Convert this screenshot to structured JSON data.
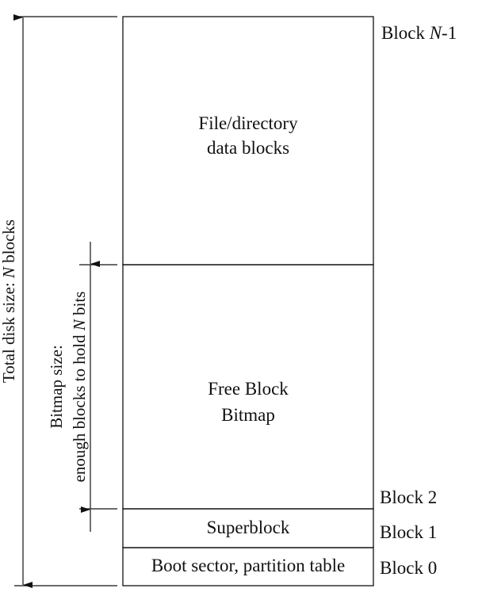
{
  "regions": {
    "data_blocks": [
      "File/directory",
      "data blocks"
    ],
    "bitmap": [
      "Free Block",
      "Bitmap"
    ],
    "superblock": "Superblock",
    "boot": "Boot sector, partition table"
  },
  "block_labels": {
    "top_prefix": "Block ",
    "top_var": "N",
    "top_suffix": "-1",
    "block2": "Block 2",
    "block1": "Block 1",
    "block0": "Block 0"
  },
  "total_size": {
    "prefix": "Total disk size: ",
    "var": "N",
    "suffix": " blocks"
  },
  "bitmap_size": {
    "line1": "Bitmap size:",
    "line2_prefix": "enough blocks to hold ",
    "line2_var": "N",
    "line2_suffix": " bits"
  }
}
